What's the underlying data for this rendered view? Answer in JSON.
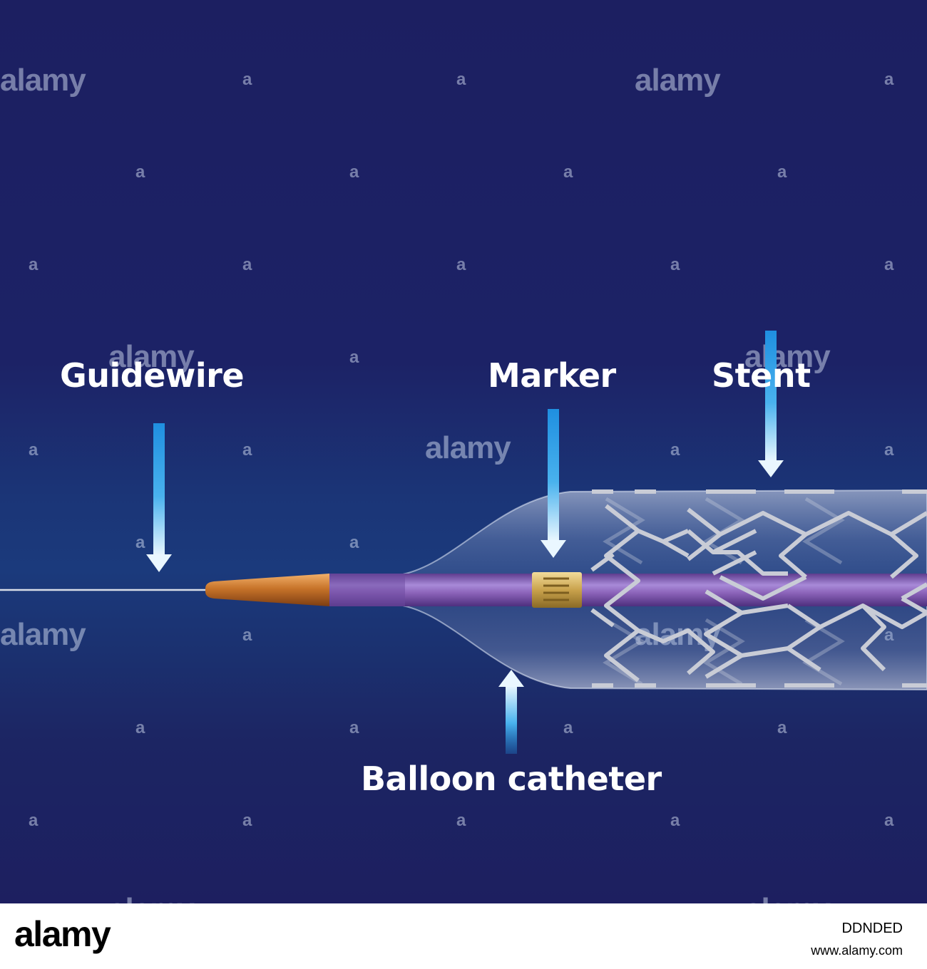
{
  "labels": {
    "guidewire": "Guidewire",
    "marker": "Marker",
    "stent": "Stent",
    "balloon_catheter": "Balloon catheter"
  },
  "watermark": {
    "word": "alamy",
    "letter": "a"
  },
  "footer": {
    "logo": "alamy",
    "image_id": "DDNDED",
    "url": "www.alamy.com"
  },
  "colors": {
    "background": "#1c1f61",
    "arrow": "#2aa0e6",
    "tip": "#c8742a",
    "catheter": "#8a62b8",
    "marker": "#d6b45a",
    "stent": "#c9ccd6"
  }
}
